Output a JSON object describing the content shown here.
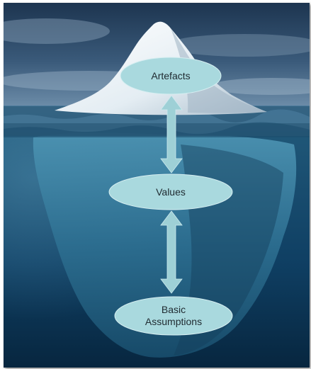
{
  "diagram": {
    "nodes": [
      {
        "id": "artefacts",
        "lines": [
          "Artefacts"
        ]
      },
      {
        "id": "values",
        "lines": [
          "Values"
        ]
      },
      {
        "id": "assumptions",
        "lines": [
          "Basic",
          "Assumptions"
        ]
      }
    ],
    "edges": [
      {
        "from": "artefacts",
        "to": "values",
        "type": "double-arrow"
      },
      {
        "from": "values",
        "to": "assumptions",
        "type": "double-arrow"
      }
    ],
    "colors": {
      "sky_top": "#1d3550",
      "sky_bottom": "#5d7f9c",
      "water_surface": "#3e6c8f",
      "deep_water": "#0a3250",
      "ice_top": "#f2f6fa",
      "ice_shadow": "#b7c7d4",
      "ice_underwater": "#2f7393",
      "node_fill": "#a9d9de",
      "arrow_fill": "#9ed0d6"
    }
  }
}
